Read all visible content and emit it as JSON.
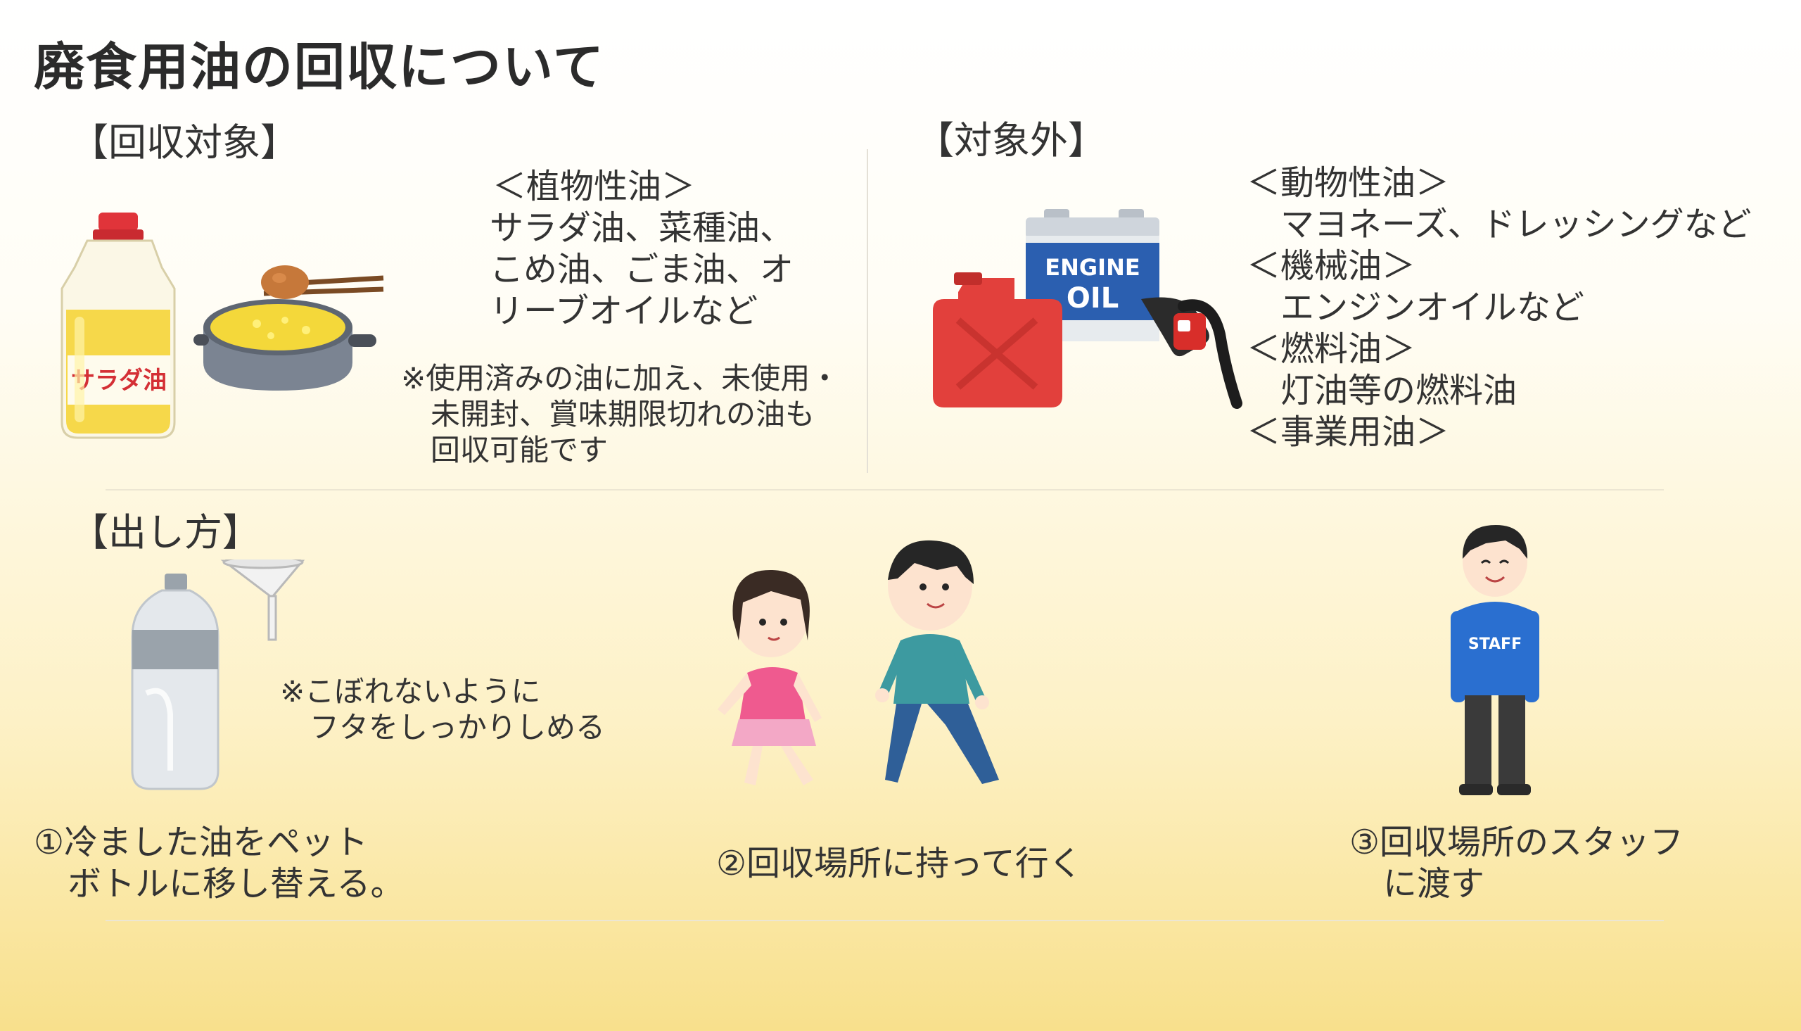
{
  "title": "廃食用油の回収について",
  "sections": {
    "collect": {
      "heading": "【回収対象】",
      "category": "＜植物性油＞",
      "items": [
        "サラダ油、菜種油、",
        "こめ油、ごま油、オ",
        "リーブオイルなど"
      ],
      "note": [
        "※使用済みの油に加え、未使用・",
        "　未開封、賞味期限切れの油も",
        "　回収可能です"
      ],
      "bottle_label": "サラダ油"
    },
    "excluded": {
      "heading": "【対象外】",
      "lines": [
        "＜動物性油＞",
        "　マヨネーズ、ドレッシングなど",
        "＜機械油＞",
        "　エンジンオイルなど",
        "＜燃料油＞",
        "　灯油等の燃料油",
        "＜事業用油＞"
      ],
      "can_label_1": "ENGINE",
      "can_label_2": "OIL"
    },
    "how": {
      "heading": "【出し方】",
      "note": [
        "※こぼれないように",
        "　フタをしっかりしめる"
      ],
      "step1": [
        "①冷ました油をペット",
        "　ボトルに移し替える。"
      ],
      "step2": "②回収場所に持って行く",
      "step3": [
        "③回収場所のスタッフ",
        "　に渡す"
      ],
      "staff_label": "STAFF"
    }
  },
  "colors": {
    "bottle_cap": "#e0343a",
    "bottle_oil": "#f6d84a",
    "tank_red": "#e2403c",
    "can_blue": "#2b5fb0",
    "staff_blue": "#2a6fd0",
    "girl_shirt": "#ef5a8f",
    "boy_shirt": "#3d9aa0"
  }
}
